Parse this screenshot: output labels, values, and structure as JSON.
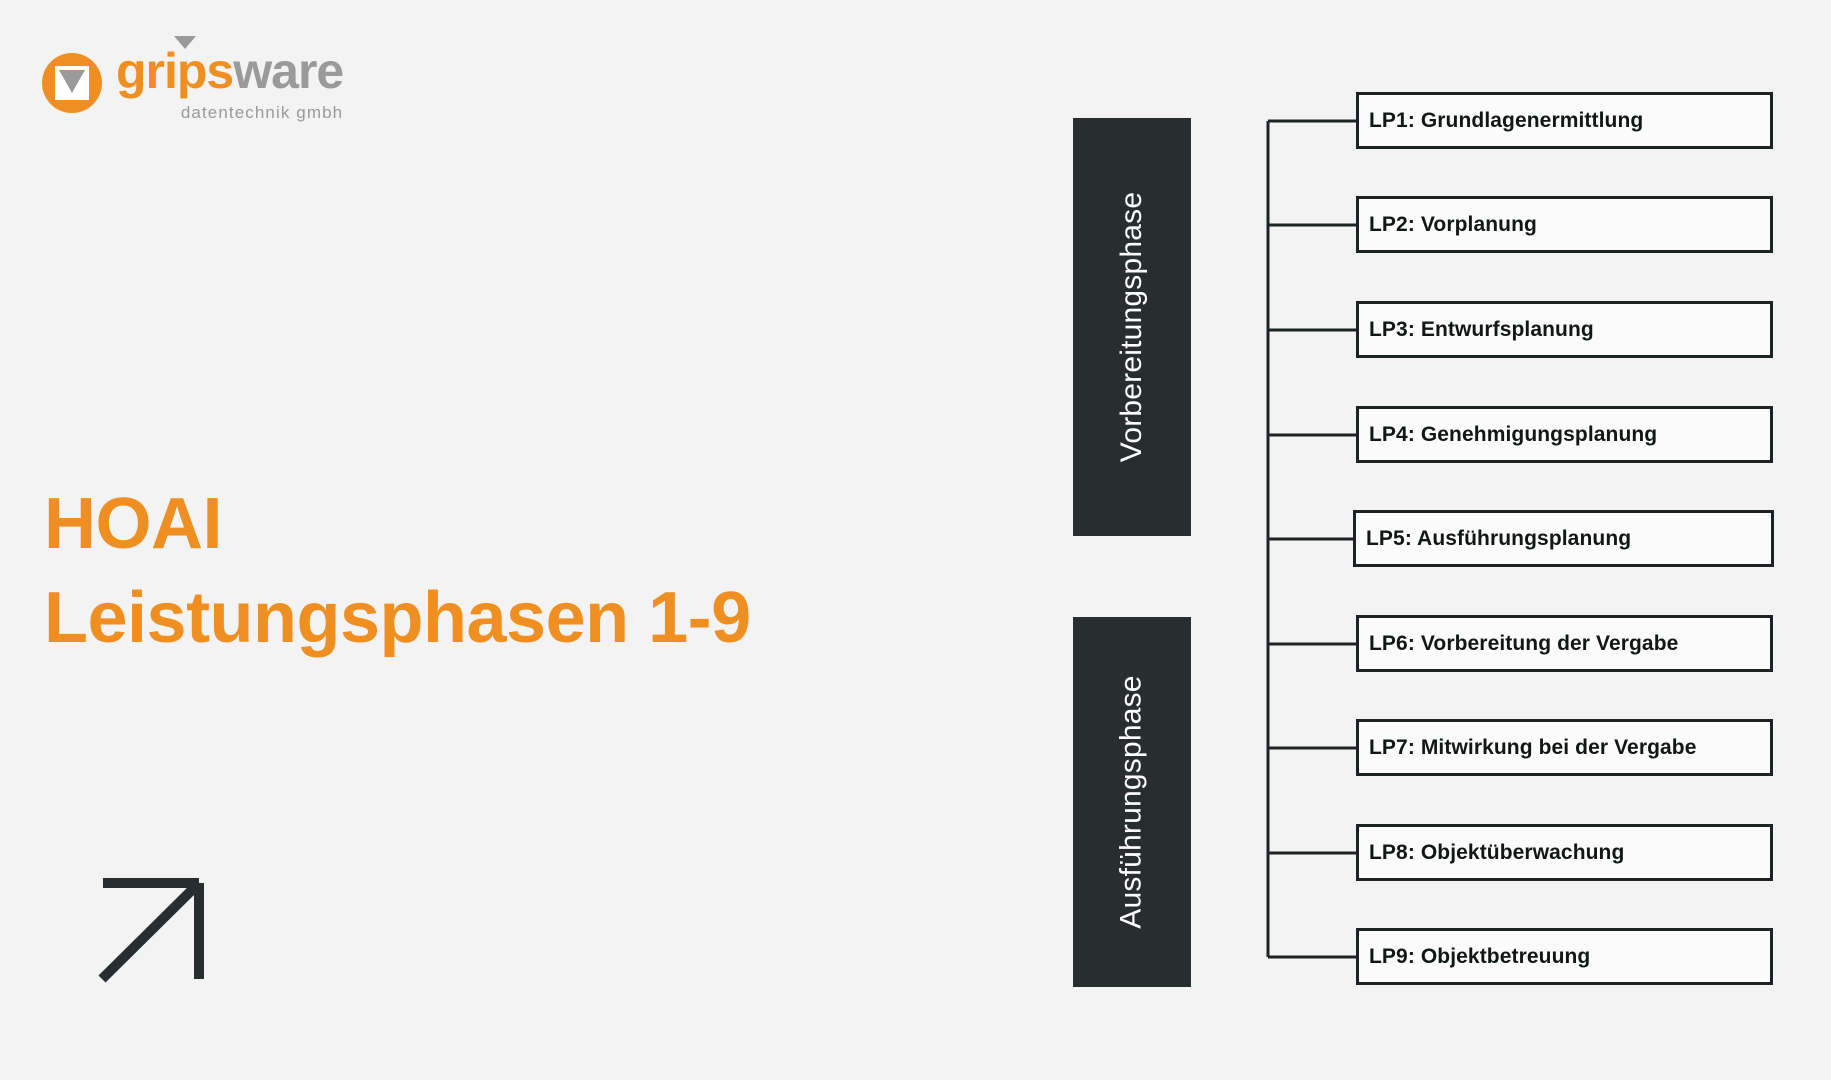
{
  "slide": {
    "background_color": "#f3f3f3",
    "accent_color": "#ef8f22",
    "dark_color": "#282e2f"
  },
  "logo": {
    "mark_icon": "circle-triangle-logo-icon",
    "caret_icon": "caret-down-icon",
    "word_part_1": "grips",
    "word_part_2": "ware",
    "subtitle": "datentechnik gmbh"
  },
  "headline": {
    "line1": "HOAI",
    "line2": "Leistungsphasen 1-9"
  },
  "decoration": {
    "arrow_icon": "arrow-up-right-icon"
  },
  "phases": [
    {
      "label": "Vorbereitungsphase"
    },
    {
      "label": "Ausführungsphase"
    }
  ],
  "service_phases": [
    {
      "label": "LP1: Grundlagenermittlung"
    },
    {
      "label": "LP2: Vorplanung"
    },
    {
      "label": "LP3: Entwurfsplanung"
    },
    {
      "label": "LP4: Genehmigungsplanung"
    },
    {
      "label": "LP5: Ausführungsplanung"
    },
    {
      "label": "LP6: Vorbereitung der Vergabe"
    },
    {
      "label": "LP7: Mitwirkung bei der Vergabe"
    },
    {
      "label": "LP8: Objektüberwachung"
    },
    {
      "label": "LP9: Objektbetreuung"
    }
  ]
}
